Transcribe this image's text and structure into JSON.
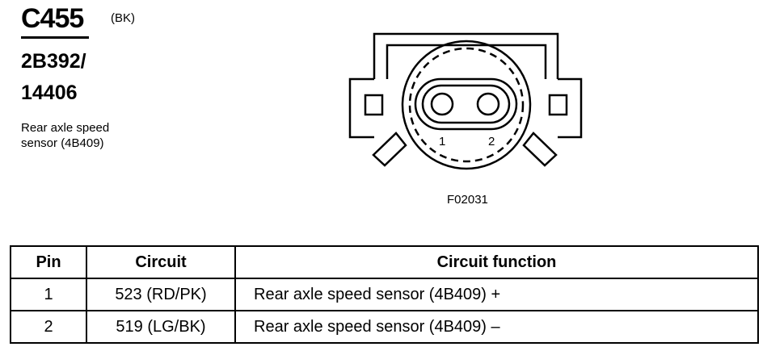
{
  "connector": {
    "id": "C455",
    "color": "(BK)",
    "part_number_line1": "2B392/",
    "part_number_line2": "14406",
    "description_line1": "Rear axle speed",
    "description_line2": "sensor (4B409)"
  },
  "figure": {
    "code": "F02031",
    "pin_label_1": "1",
    "pin_label_2": "2"
  },
  "table": {
    "headers": {
      "pin": "Pin",
      "circuit": "Circuit",
      "function": "Circuit function"
    },
    "rows": [
      {
        "pin": "1",
        "circuit": "523 (RD/PK)",
        "function": "Rear axle speed sensor (4B409) +"
      },
      {
        "pin": "2",
        "circuit": "519 (LG/BK)",
        "function": "Rear axle speed sensor (4B409) –"
      }
    ]
  }
}
